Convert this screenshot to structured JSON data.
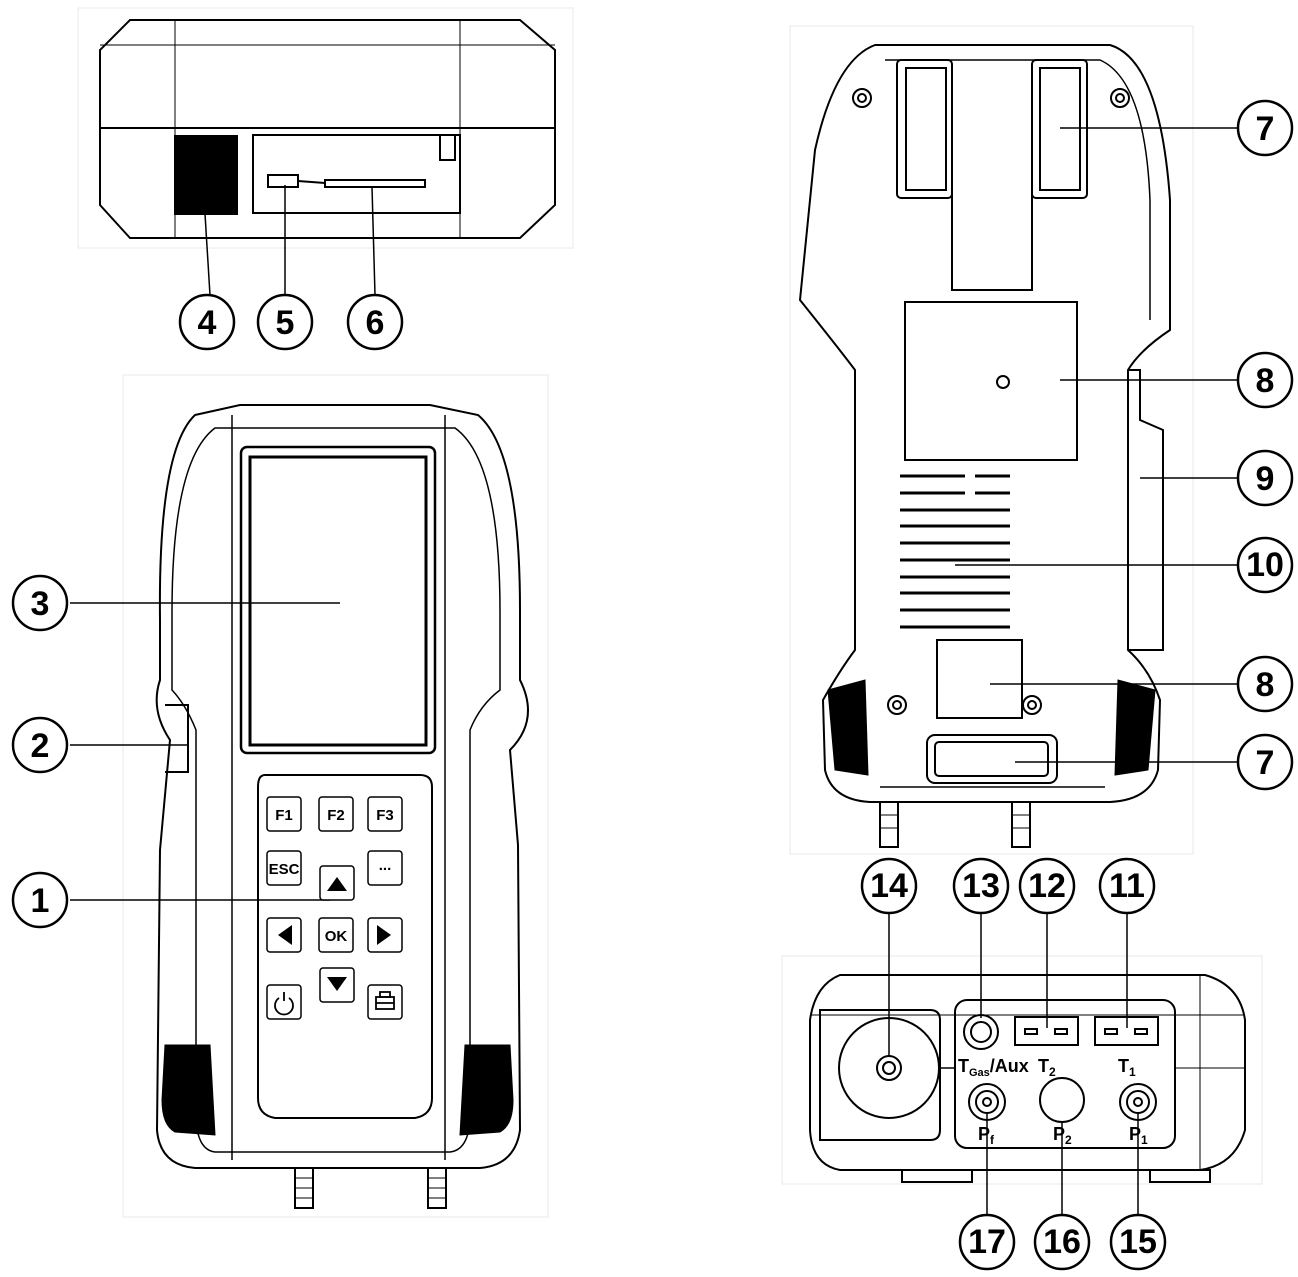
{
  "callouts": {
    "c1": "1",
    "c2": "2",
    "c3": "3",
    "c4": "4",
    "c5": "5",
    "c6": "6",
    "c7a": "7",
    "c7b": "7",
    "c8a": "8",
    "c8b": "8",
    "c9": "9",
    "c10": "10",
    "c11": "11",
    "c12": "12",
    "c13": "13",
    "c14": "14",
    "c15": "15",
    "c16": "16",
    "c17": "17"
  },
  "keypad": {
    "f1": "F1",
    "f2": "F2",
    "f3": "F3",
    "esc": "ESC",
    "more": "...",
    "ok": "OK"
  },
  "ports": {
    "t_gas_aux_main": "T",
    "t_gas_aux_sub": "Gas",
    "t_gas_aux_rest": "/Aux",
    "t2_main": "T",
    "t2_sub": "2",
    "t1_main": "T",
    "t1_sub": "1",
    "pf_main": "P",
    "pf_sub": "f",
    "p2_main": "P",
    "p2_sub": "2",
    "p1_main": "P",
    "p1_sub": "1"
  },
  "icons": {
    "power": "power-icon",
    "print": "printer-icon",
    "up": "arrow-up-icon",
    "down": "arrow-down-icon",
    "left": "arrow-left-icon",
    "right": "arrow-right-icon"
  }
}
